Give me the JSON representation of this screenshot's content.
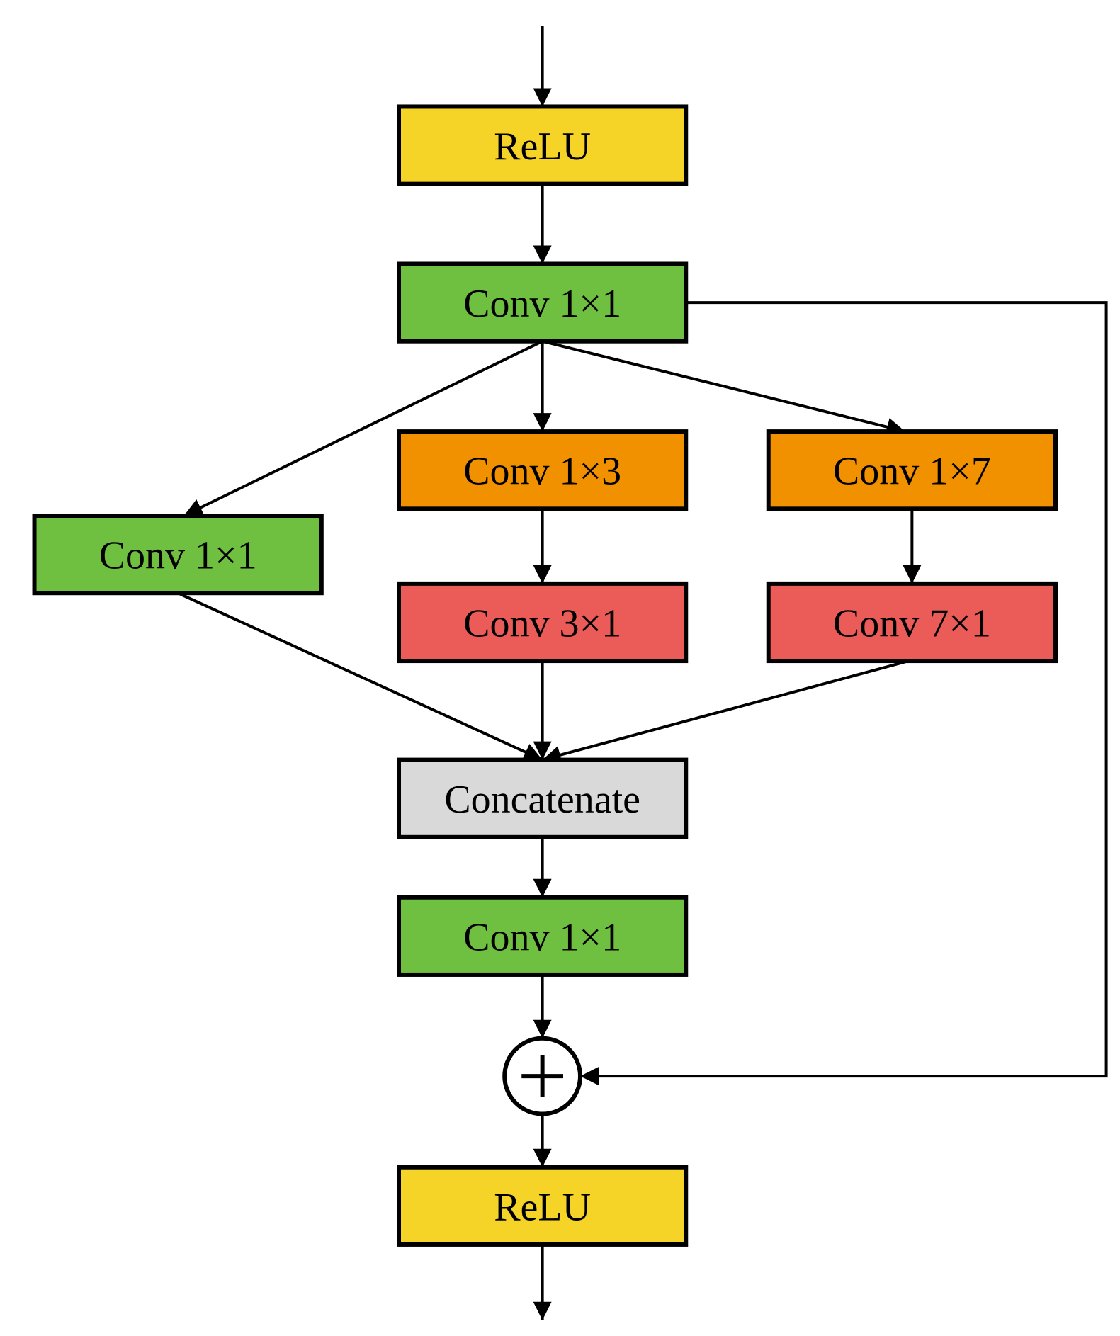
{
  "nodes": [
    {
      "id": "relu_in",
      "label": "ReLU",
      "color": "#f5d327"
    },
    {
      "id": "conv1x1_top",
      "label": "Conv 1×1",
      "color": "#6fbf40"
    },
    {
      "id": "conv1x1_left",
      "label": "Conv 1×1",
      "color": "#6fbf40"
    },
    {
      "id": "conv1x3",
      "label": "Conv 1×3",
      "color": "#f29100"
    },
    {
      "id": "conv1x7",
      "label": "Conv 1×7",
      "color": "#f29100"
    },
    {
      "id": "conv3x1",
      "label": "Conv 3×1",
      "color": "#eb5b58"
    },
    {
      "id": "conv7x1",
      "label": "Conv 7×1",
      "color": "#eb5b58"
    },
    {
      "id": "concat",
      "label": "Concatenate",
      "color": "#d9d9d9"
    },
    {
      "id": "conv1x1_bottom",
      "label": "Conv 1×1",
      "color": "#6fbf40"
    },
    {
      "id": "add",
      "label": "+",
      "color": "#ffffff"
    },
    {
      "id": "relu_out",
      "label": "ReLU",
      "color": "#f5d327"
    }
  ],
  "edges": [
    {
      "from": "input",
      "to": "relu_in"
    },
    {
      "from": "relu_in",
      "to": "conv1x1_top"
    },
    {
      "from": "conv1x1_top",
      "to": "conv1x1_left"
    },
    {
      "from": "conv1x1_top",
      "to": "conv1x3"
    },
    {
      "from": "conv1x1_top",
      "to": "conv1x7"
    },
    {
      "from": "conv1x3",
      "to": "conv3x1"
    },
    {
      "from": "conv1x7",
      "to": "conv7x1"
    },
    {
      "from": "conv1x1_left",
      "to": "concat"
    },
    {
      "from": "conv3x1",
      "to": "concat"
    },
    {
      "from": "conv7x1",
      "to": "concat"
    },
    {
      "from": "concat",
      "to": "conv1x1_bottom"
    },
    {
      "from": "conv1x1_bottom",
      "to": "add"
    },
    {
      "from": "conv1x1_top",
      "to": "add",
      "kind": "skip"
    },
    {
      "from": "add",
      "to": "relu_out"
    },
    {
      "from": "relu_out",
      "to": "output"
    }
  ]
}
